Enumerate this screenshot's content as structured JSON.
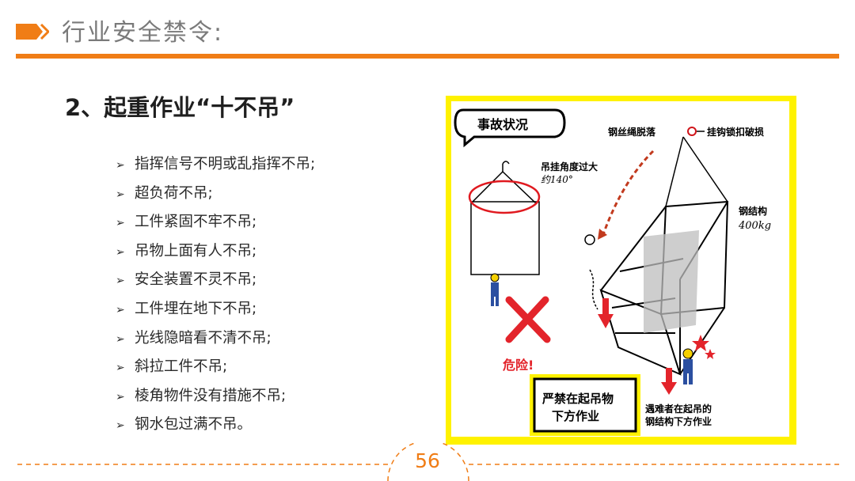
{
  "header": {
    "title": "行业安全禁令:",
    "accent_color": "#f07d16",
    "title_color": "#7a7a7a"
  },
  "section": {
    "heading": "2、起重作业“十不吊”"
  },
  "rules": {
    "bullet": "➢",
    "items": [
      "指挥信号不明或乱指挥不吊;",
      "超负荷不吊;",
      "工件紧固不牢不吊;",
      "吊物上面有人不吊;",
      "安全装置不灵不吊;",
      "工件埋在地下不吊;",
      "光线隐暗看不清不吊;",
      "斜拉工件不吊;",
      "棱角物件没有措施不吊;",
      "钢水包过满不吊。"
    ]
  },
  "illustration": {
    "frame_color": "#fff200",
    "bubble_label": "事故状况",
    "rope_label": "钢丝绳脱落",
    "hook_label": "挂钩锁扣破损",
    "angle_label_1": "吊挂角度过大",
    "angle_label_2": "约140°",
    "structure_label_1": "钢结构",
    "structure_label_2": "400kg",
    "danger_label": "危险!",
    "warning_line_1": "严禁在起吊物",
    "warning_line_2": "下方作业",
    "victim_line_1": "遇难者在起吊的",
    "victim_line_2": "钢结构下方作业"
  },
  "footer": {
    "page_number": "56"
  }
}
